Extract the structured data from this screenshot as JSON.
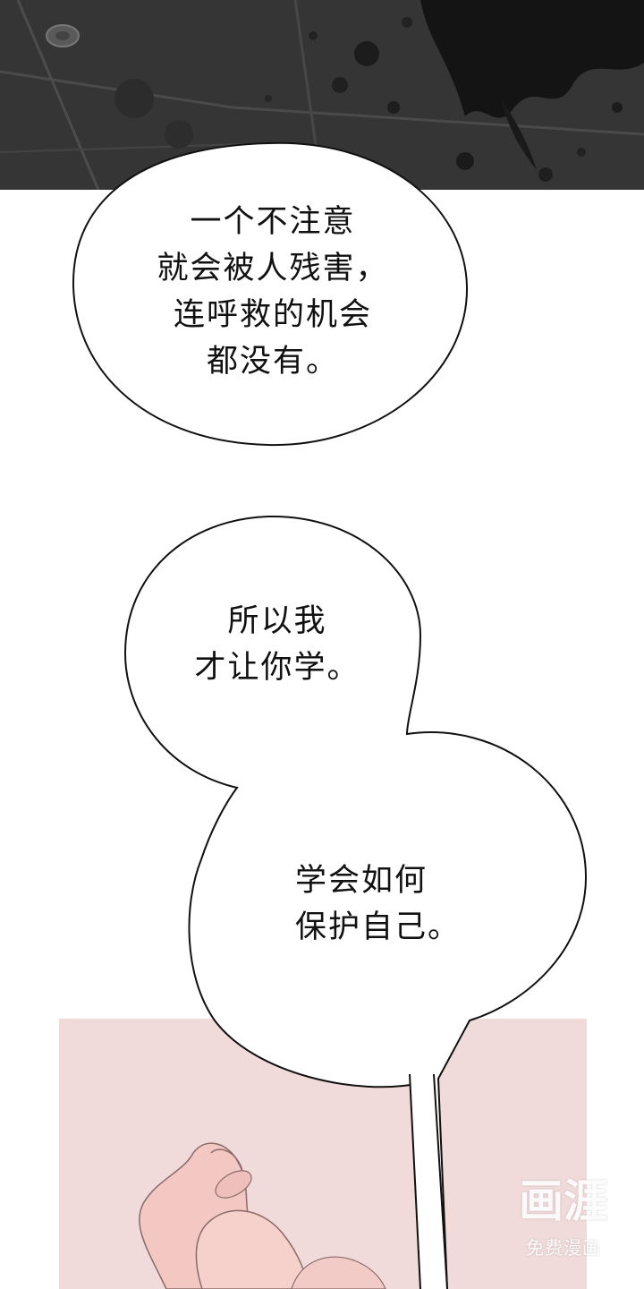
{
  "dialogue": {
    "bubble_1": "一个不注意\n就会被人残害，\n连呼救的机会\n都没有。",
    "bubble_2": "所以我\n才让你学。",
    "bubble_3": "学会如何\n保护自己。"
  },
  "watermark": {
    "logo": "画涯",
    "subtitle": "免费漫画"
  },
  "colors": {
    "dark_panel": "#2e2e2e",
    "pink_panel": "#f0d9d8",
    "bubble_fill": "#ffffff",
    "bubble_outline": "#111111"
  }
}
